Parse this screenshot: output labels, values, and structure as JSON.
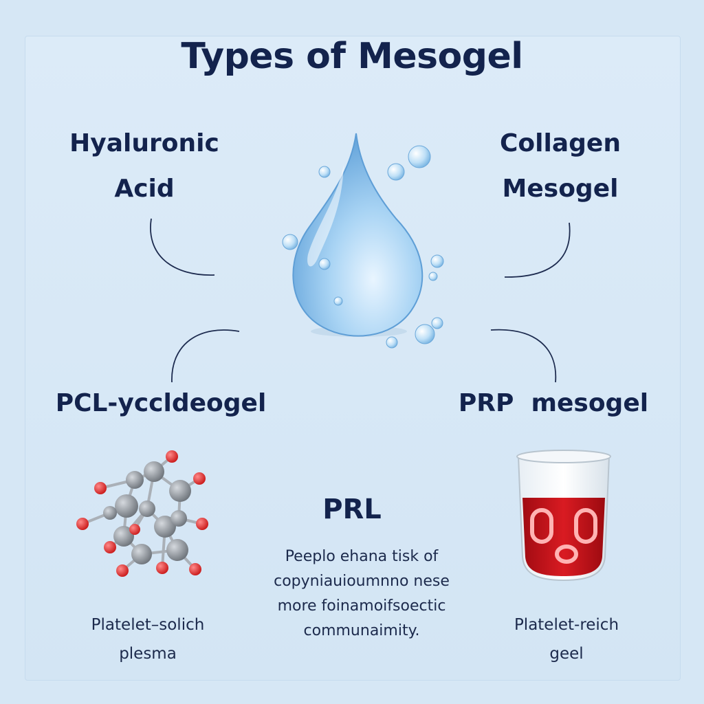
{
  "title": "Types of Mesogel",
  "types": {
    "top_left": [
      "Hyaluronic",
      "Acid"
    ],
    "top_right": [
      "Collagen",
      "Mesogel"
    ],
    "bottom_left": "PCL-yccldeogel",
    "bottom_right": "PRP  mesogel"
  },
  "center": {
    "heading": "PRL",
    "text": [
      "Peeplo ehana tisk of",
      "copyniauioumnno nese",
      "more foinamoifsoectic",
      "communaimity."
    ]
  },
  "captions": {
    "left": [
      "Platelet–solich",
      "plesma"
    ],
    "right": [
      "Platelet-reich",
      "geel"
    ]
  },
  "icons": {
    "center": "water-drop-icon",
    "bottom_left": "molecule-icon",
    "bottom_right": "blood-tube-icon"
  },
  "colors": {
    "background": "#d6e7f5",
    "text": "#13234d",
    "drop": "#8ec3ec",
    "atom_red": "#e02c2c",
    "atom_gray": "#8c9299",
    "gel_red": "#c8151c"
  }
}
